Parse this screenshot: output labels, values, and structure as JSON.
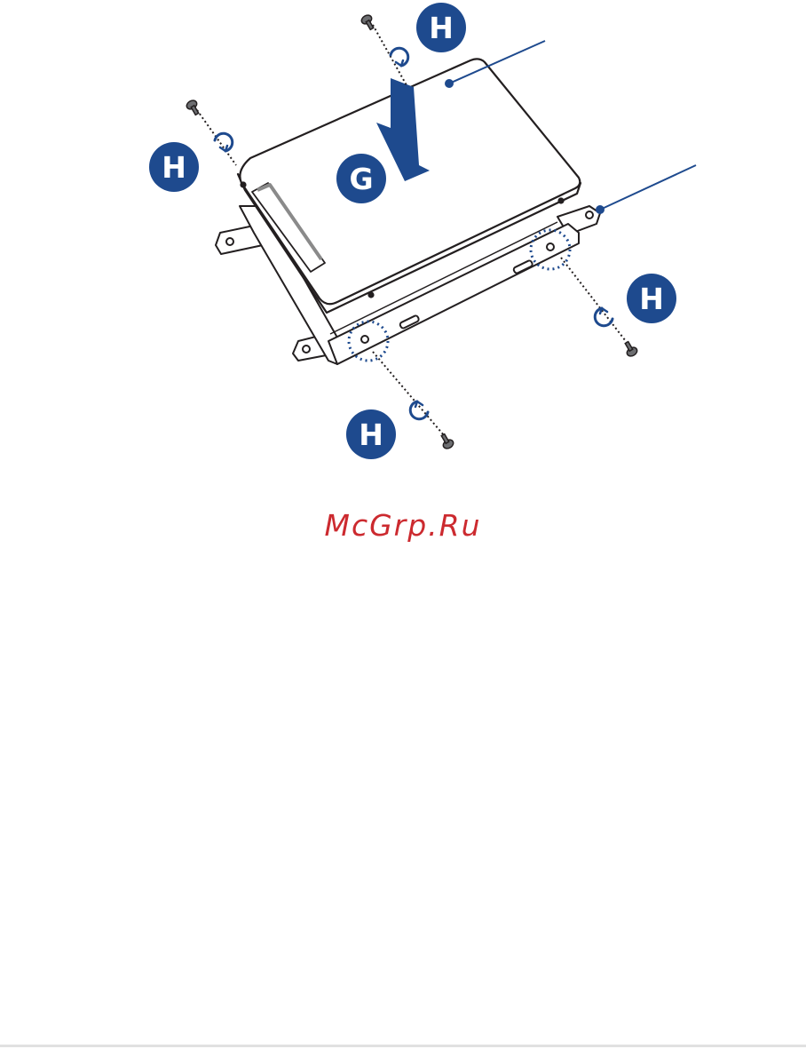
{
  "labels": {
    "step_g": "G",
    "step_h": "H"
  },
  "watermark": "McGrp.Ru",
  "colors": {
    "accent": "#1e4a8e",
    "outline": "#231f20",
    "watermark": "#cc2a2f"
  },
  "icons": [
    "screw-icon",
    "rotate-arrow-icon",
    "down-arrow-icon"
  ]
}
